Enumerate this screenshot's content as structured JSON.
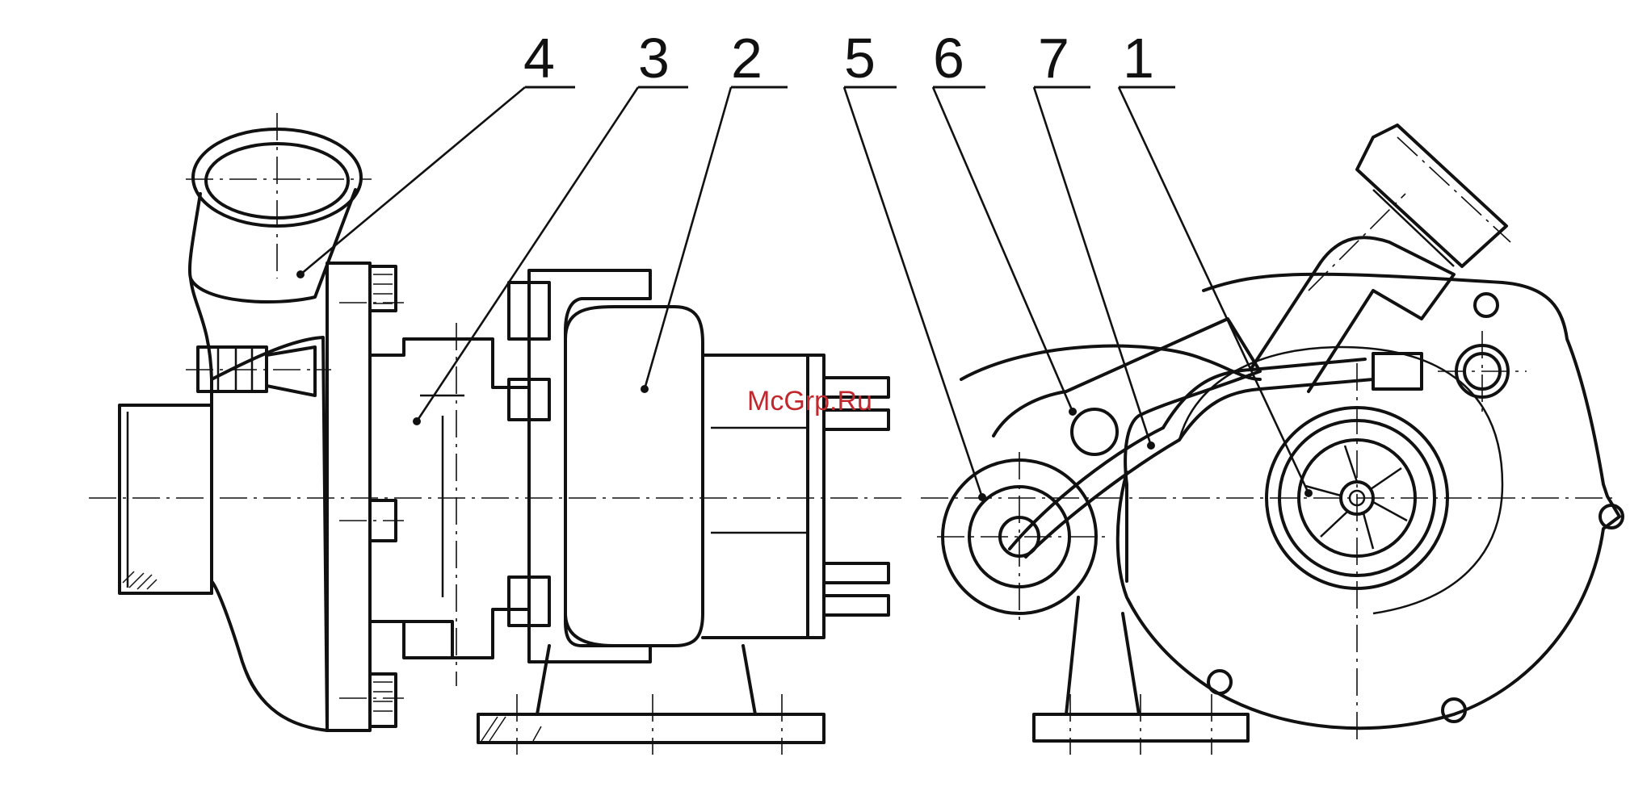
{
  "callouts": [
    {
      "id": "4",
      "label": "4"
    },
    {
      "id": "3",
      "label": "3"
    },
    {
      "id": "2",
      "label": "2"
    },
    {
      "id": "5",
      "label": "5"
    },
    {
      "id": "6",
      "label": "6"
    },
    {
      "id": "7",
      "label": "7"
    },
    {
      "id": "1",
      "label": "1"
    }
  ],
  "watermark": {
    "text": "McGrp.Ru",
    "color": "#c0282d"
  },
  "colors": {
    "line": "#111111",
    "background": "#ffffff"
  }
}
